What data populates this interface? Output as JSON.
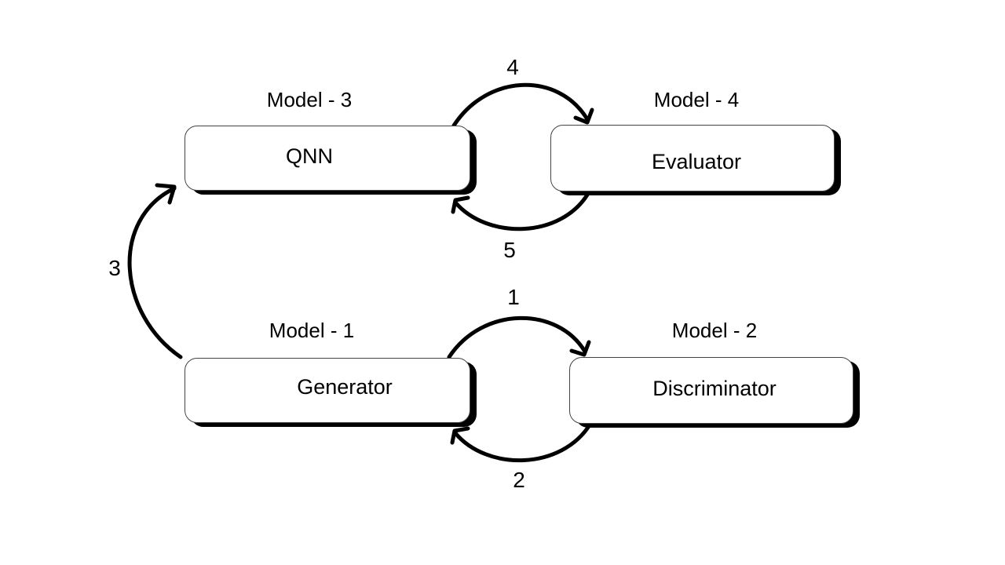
{
  "nodes": {
    "qnn": {
      "title": "Model - 3",
      "label": "QNN"
    },
    "evaluator": {
      "title": "Model - 4",
      "label": "Evaluator"
    },
    "generator": {
      "title": "Model - 1",
      "label": "Generator"
    },
    "discriminator": {
      "title": "Model - 2",
      "label": "Discriminator"
    }
  },
  "steps": {
    "one": "1",
    "two": "2",
    "three": "3",
    "four": "4",
    "five": "5"
  },
  "colors": {
    "stroke": "#000000",
    "box_fill": "#ffffff",
    "box_shadow": "#000000"
  }
}
